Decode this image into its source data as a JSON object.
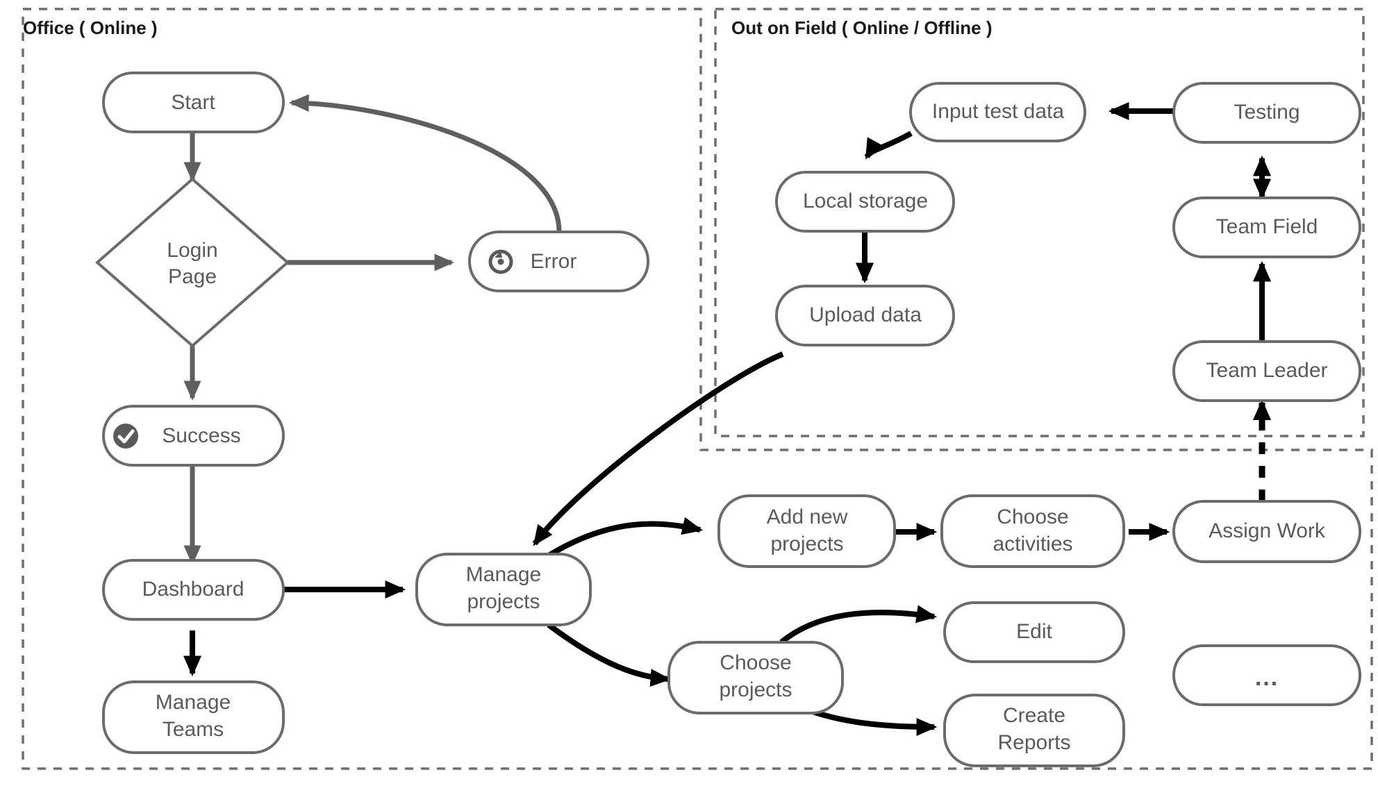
{
  "diagram": {
    "title_hidden": "",
    "groups": [
      {
        "id": "office",
        "label": "Office ( Online )"
      },
      {
        "id": "field",
        "label": "Out on Field ( Online / Offline )"
      }
    ],
    "nodes": [
      {
        "id": "start",
        "label": "Start",
        "shape": "rounded-rect",
        "icon": null
      },
      {
        "id": "login-page",
        "label": "Login\nPage",
        "line1": "Login",
        "line2": "Page",
        "shape": "diamond",
        "icon": null
      },
      {
        "id": "error",
        "label": "Error",
        "shape": "rounded-rect",
        "icon": "retry-circle-icon"
      },
      {
        "id": "success",
        "label": "Success",
        "shape": "rounded-rect",
        "icon": "check-circle-icon"
      },
      {
        "id": "dashboard",
        "label": "Dashboard",
        "shape": "rounded-rect",
        "icon": null
      },
      {
        "id": "manage-teams",
        "line1": "Manage",
        "line2": "Teams",
        "label": "Manage Teams",
        "shape": "rounded-rect",
        "icon": null
      },
      {
        "id": "manage-projects",
        "line1": "Manage",
        "line2": "projects",
        "label": "Manage projects",
        "shape": "rounded-rect",
        "icon": null
      },
      {
        "id": "add-new-projects",
        "line1": "Add new",
        "line2": "projects",
        "label": "Add new projects",
        "shape": "rounded-rect",
        "icon": null
      },
      {
        "id": "choose-activities",
        "line1": "Choose",
        "line2": "activities",
        "label": "Choose activities",
        "shape": "rounded-rect",
        "icon": null
      },
      {
        "id": "assign-work",
        "label": "Assign Work",
        "shape": "rounded-rect",
        "icon": null
      },
      {
        "id": "choose-projects",
        "line1": "Choose",
        "line2": "projects",
        "label": "Choose projects",
        "shape": "rounded-rect",
        "icon": null
      },
      {
        "id": "edit",
        "label": "Edit",
        "shape": "rounded-rect",
        "icon": null
      },
      {
        "id": "create-reports",
        "line1": "Create",
        "line2": "Reports",
        "label": "Create Reports",
        "shape": "rounded-rect",
        "icon": null
      },
      {
        "id": "more",
        "label": "...",
        "shape": "rounded-rect",
        "icon": null
      },
      {
        "id": "input-test-data",
        "label": "Input test data",
        "shape": "rounded-rect",
        "icon": null
      },
      {
        "id": "testing",
        "label": "Testing",
        "shape": "rounded-rect",
        "icon": null
      },
      {
        "id": "local-storage",
        "label": "Local storage",
        "shape": "rounded-rect",
        "icon": null
      },
      {
        "id": "team-field",
        "label": "Team Field",
        "shape": "rounded-rect",
        "icon": null
      },
      {
        "id": "upload-data",
        "label": "Upload data",
        "shape": "rounded-rect",
        "icon": null
      },
      {
        "id": "team-leader",
        "label": "Team Leader",
        "shape": "rounded-rect",
        "icon": null
      }
    ],
    "edges": [
      {
        "from": "start",
        "to": "login-page",
        "style": "solid-gray",
        "arrow": "single"
      },
      {
        "from": "login-page",
        "to": "error",
        "style": "solid-gray",
        "arrow": "single"
      },
      {
        "from": "error",
        "to": "start",
        "style": "solid-gray",
        "arrow": "single"
      },
      {
        "from": "login-page",
        "to": "success",
        "style": "solid-gray",
        "arrow": "single"
      },
      {
        "from": "success",
        "to": "dashboard",
        "style": "solid-gray",
        "arrow": "single"
      },
      {
        "from": "dashboard",
        "to": "manage-teams",
        "style": "solid-black",
        "arrow": "single"
      },
      {
        "from": "dashboard",
        "to": "manage-projects",
        "style": "solid-black",
        "arrow": "single"
      },
      {
        "from": "manage-projects",
        "to": "add-new-projects",
        "style": "solid-black",
        "arrow": "single"
      },
      {
        "from": "add-new-projects",
        "to": "choose-activities",
        "style": "solid-black",
        "arrow": "single"
      },
      {
        "from": "choose-activities",
        "to": "assign-work",
        "style": "solid-black",
        "arrow": "single"
      },
      {
        "from": "manage-projects",
        "to": "choose-projects",
        "style": "solid-black",
        "arrow": "single"
      },
      {
        "from": "choose-projects",
        "to": "edit",
        "style": "solid-black",
        "arrow": "single"
      },
      {
        "from": "choose-projects",
        "to": "create-reports",
        "style": "solid-black",
        "arrow": "single"
      },
      {
        "from": "assign-work",
        "to": "team-leader",
        "style": "dashed-black",
        "arrow": "single"
      },
      {
        "from": "team-leader",
        "to": "team-field",
        "style": "solid-black",
        "arrow": "single"
      },
      {
        "from": "team-field",
        "to": "testing",
        "style": "solid-black",
        "arrow": "double"
      },
      {
        "from": "testing",
        "to": "input-test-data",
        "style": "solid-black",
        "arrow": "single"
      },
      {
        "from": "input-test-data",
        "to": "local-storage",
        "style": "solid-black",
        "arrow": "single"
      },
      {
        "from": "local-storage",
        "to": "upload-data",
        "style": "solid-black",
        "arrow": "single"
      },
      {
        "from": "upload-data",
        "to": "manage-projects",
        "style": "solid-black",
        "arrow": "single"
      }
    ],
    "colors": {
      "node_stroke": "#6b6b6b",
      "node_fill": "#ffffff",
      "node_text": "#5a5a5a",
      "group_border": "#6f6f6f",
      "group_title": "#1a1a1a",
      "edge_gray": "#5f5f5f",
      "edge_black": "#000000"
    }
  }
}
